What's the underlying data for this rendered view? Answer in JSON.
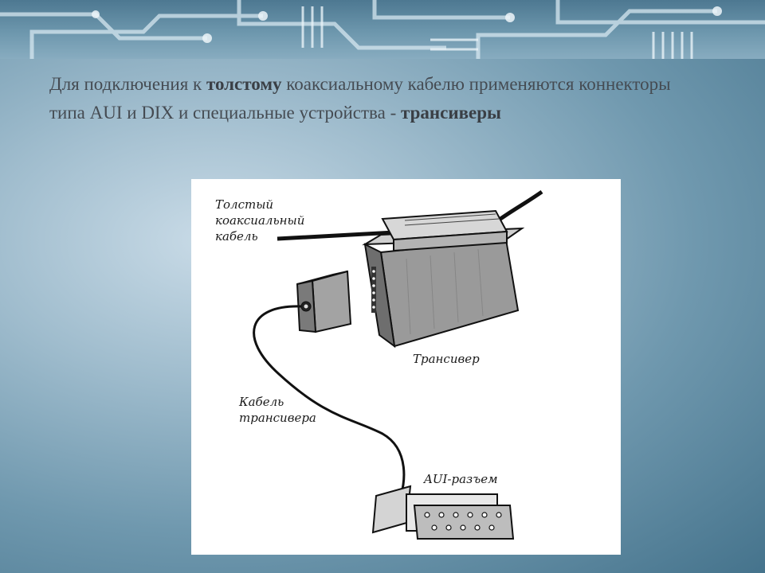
{
  "intro": {
    "t1": "Для подключения к ",
    "b1": "толстому",
    "t2": " коаксиальному кабелю применяются коннекторы типа AUI и DIX и специальные устройства - ",
    "b2": "трансиверы"
  },
  "diagram": {
    "thick_cable_label": "Толстый коаксиальный кабель",
    "transceiver_label": "Трансивер",
    "transceiver_cable_label": "Кабель трансивера",
    "aui_connector_label": "AUI-разъем"
  },
  "colors": {
    "background": "#6f98ae",
    "text": "#454b52",
    "diagram_bg": "#ffffff"
  }
}
